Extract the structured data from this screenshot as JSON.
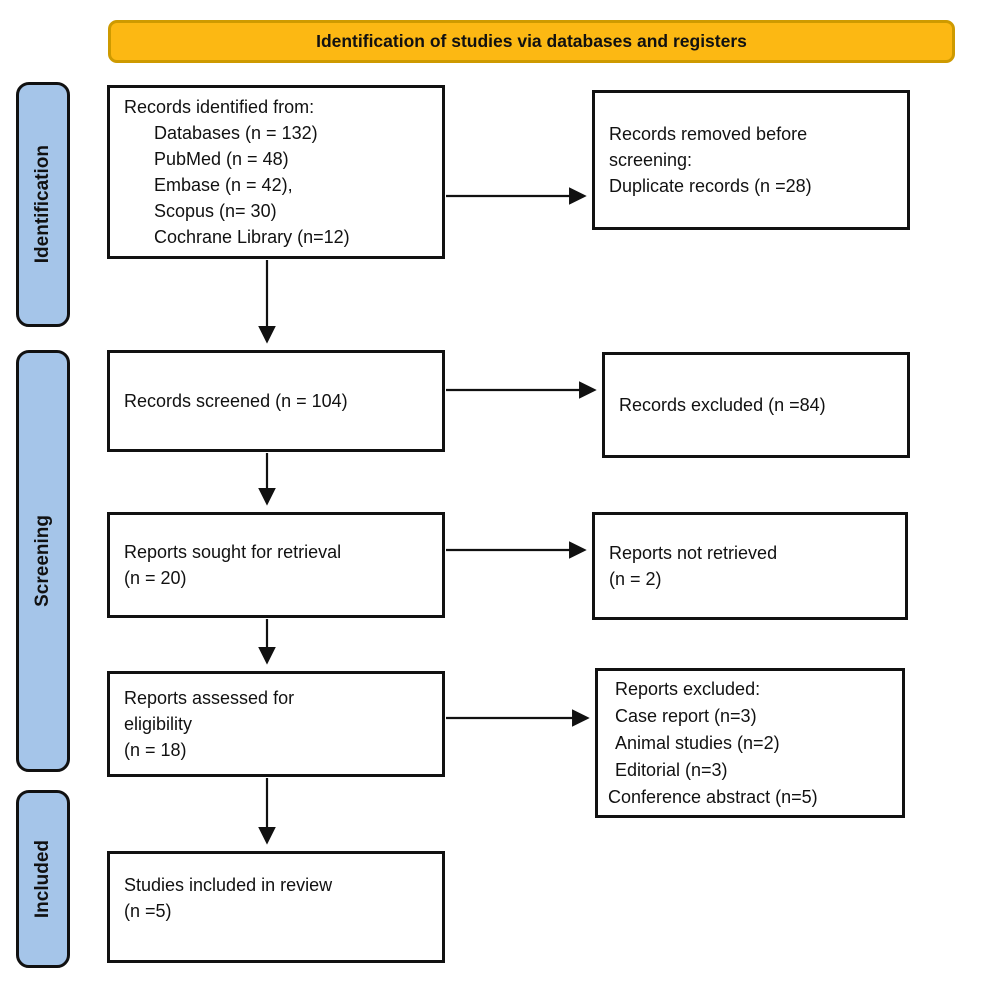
{
  "header": {
    "title": "Identification of studies via databases and registers"
  },
  "colors": {
    "header_fill": "#FCB813",
    "header_border": "#CE9A00",
    "sidebar_fill": "#A5C5E9",
    "sidebar_border": "#111111",
    "box_border": "#111111",
    "arrow": "#111111"
  },
  "sidebar": {
    "identification": "Identification",
    "screening": "Screening",
    "included": "Included"
  },
  "boxes": {
    "records_identified": {
      "lines": [
        "Records identified from:",
        "Databases (n = 132)",
        "PubMed (n = 48)",
        "Embase (n = 42),",
        "Scopus (n= 30)",
        "Cochrane Library (n=12)"
      ]
    },
    "records_removed": {
      "lines": [
        "Records removed before",
        "screening:",
        "Duplicate records (n =28)"
      ]
    },
    "records_screened": {
      "lines": [
        "Records screened (n = 104)"
      ]
    },
    "records_excluded": {
      "lines": [
        "Records excluded (n =84)"
      ]
    },
    "reports_sought": {
      "lines": [
        "Reports sought for retrieval",
        "(n = 20)"
      ]
    },
    "reports_not_retrieved": {
      "lines": [
        "Reports not retrieved",
        "(n = 2)"
      ]
    },
    "reports_assessed": {
      "lines": [
        "Reports assessed for",
        "eligibility",
        "(n = 18)"
      ]
    },
    "reports_excluded": {
      "lines": [
        "Reports excluded:",
        "Case report (n=3)",
        "Animal studies (n=2)",
        "Editorial (n=3)",
        "Conference abstract (n=5)"
      ]
    },
    "studies_included": {
      "lines": [
        "Studies included in review",
        "(n =5)"
      ]
    }
  }
}
